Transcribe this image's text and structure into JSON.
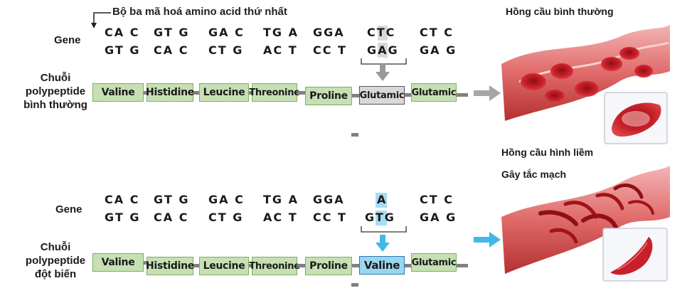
{
  "codon_note": "Bộ ba mã hoá amino acid thứ nhất",
  "normal": {
    "gene_label": "Gene",
    "chain_label_lines": [
      "Chuỗi",
      "polypeptide",
      "bình thường"
    ],
    "top_codons": [
      "CA C",
      "GT G",
      "GA C",
      "TG A",
      "GGA",
      "CTC",
      "CT C"
    ],
    "bottom_codons": [
      "GT G",
      "CA C",
      "CT G",
      "AC T",
      "CC T",
      "GAG",
      "GA G"
    ],
    "amino_acids": [
      "Valine",
      "Histidine",
      "Leucine",
      "Threonine",
      "Proline",
      "Glutamic",
      "Glutamic"
    ],
    "cell_caption": "Hồng cầu bình thường"
  },
  "mutant": {
    "gene_label": "Gene",
    "chain_label_lines": [
      "Chuỗi",
      "polypeptide",
      "đột biến"
    ],
    "top_codons": [
      "CA C",
      "GT G",
      "GA C",
      "TG A",
      "GGA",
      "A",
      "CT C"
    ],
    "bottom_codons": [
      "GT G",
      "CA C",
      "CT G",
      "AC T",
      "CC T",
      "GTG",
      "GA G"
    ],
    "amino_acids": [
      "Valine",
      "Histidine",
      "Leucine",
      "Threonine",
      "Proline",
      "Valine",
      "Glutamic"
    ],
    "cell_caption": "Hồng cầu hình liềm",
    "effect_caption": "Gây tắc mạch"
  },
  "colors": {
    "amino_fill": "#c6e0b4",
    "mutation_highlight": "#9ad6f0",
    "original_highlight": "#d9d9d9",
    "blood_red": "#c8202a"
  }
}
